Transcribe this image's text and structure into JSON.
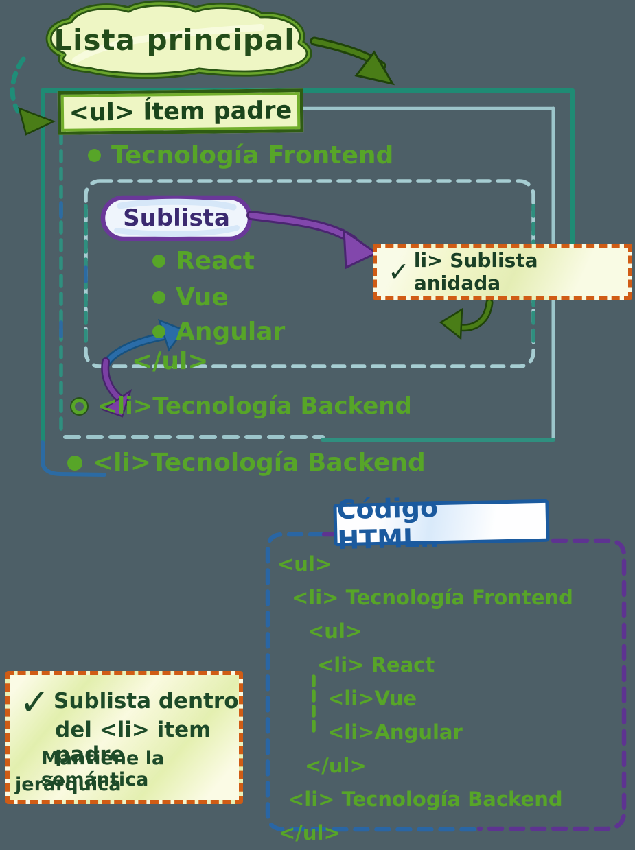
{
  "diagram": {
    "cloud_label": "Lista principal",
    "parent_box_label": "<ul> Ítem padre",
    "list": {
      "frontend_item": "Tecnología Frontend",
      "sublist_bubble_label": "Sublista",
      "nested_note": {
        "check": "✓",
        "label": "li> Sublista anidada"
      },
      "sub_items": [
        "React",
        "Vue",
        "Angular"
      ],
      "close_ul": "</ul>",
      "backend_item_inner": "<li>Tecnología Backend",
      "backend_item_outer": "<li>Tecnología Backend"
    }
  },
  "code_panel": {
    "title": "Código HTML..",
    "lines": [
      {
        "text": "<ul>"
      },
      {
        "text": "<li> Tecnología Frontend"
      },
      {
        "text": "<ul>"
      },
      {
        "text": "<li> React"
      },
      {
        "text": "<li>Vue"
      },
      {
        "text": "<li>Angular"
      },
      {
        "text": "</ul>"
      },
      {
        "text": "<li> Tecnología Backend"
      },
      {
        "text": "</ul>"
      }
    ]
  },
  "note_box": {
    "check": "✓",
    "title_line1": "Sublista dentro",
    "title_line2": "del <li> item padre",
    "subtitle_line1": "Mantiene la semántica",
    "subtitle_line2": "jerárquica"
  },
  "colors": {
    "background": "#4d5f67",
    "list_green": "#57a528",
    "dark_green_text": "#1c4a20",
    "outer_frame_teal": "#1f8b74",
    "mid_frame_light": "#9cc5ca",
    "inner_frame_dash": "#a6cdd2",
    "teal_dash": "#2f8f7f",
    "blue": "#2a66a4",
    "purple": "#6d3a9e",
    "code_border_purple": "#5e3391",
    "orange": "#d05c15",
    "note_yellow": "#f4f6ca",
    "cloud_fill": "#eef6c4",
    "title_blue": "#1b5a9e"
  }
}
